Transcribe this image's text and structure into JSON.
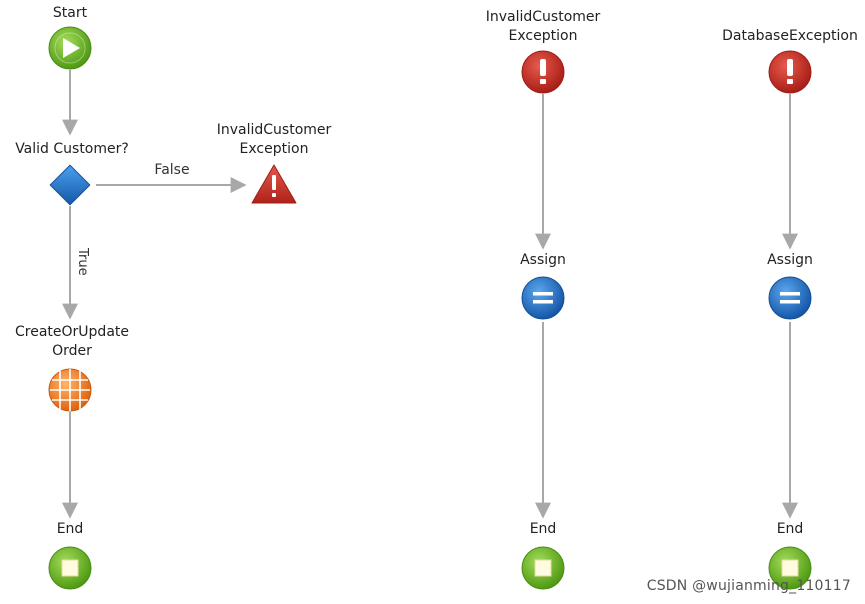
{
  "flows": {
    "main": {
      "start": "Start",
      "decision": "Valid Customer?",
      "false_label": "False",
      "true_label": "True",
      "raise_exception": "InvalidCustomer\nException",
      "action": "CreateOrUpdate\nOrder",
      "end": "End"
    },
    "handler1": {
      "exception": "InvalidCustomer\nException",
      "assign": "Assign",
      "end": "End"
    },
    "handler2": {
      "exception": "DatabaseException",
      "assign": "Assign",
      "end": "End"
    }
  },
  "colors": {
    "start": "#6fb427",
    "end": "#6fb427",
    "decision": "#1f7ad1",
    "exception": "#c8342a",
    "assign": "#1e6fc9",
    "action": "#f07a1e",
    "connector": "#a8a8a8"
  },
  "icons": {
    "start": "play-icon",
    "end": "stop-icon",
    "decision": "diamond-icon",
    "raise_exception": "warning-triangle-icon",
    "exception_handler": "exclamation-icon",
    "assign": "equals-icon",
    "action": "grid-icon"
  },
  "watermark": "CSDN @wujianming_110117"
}
